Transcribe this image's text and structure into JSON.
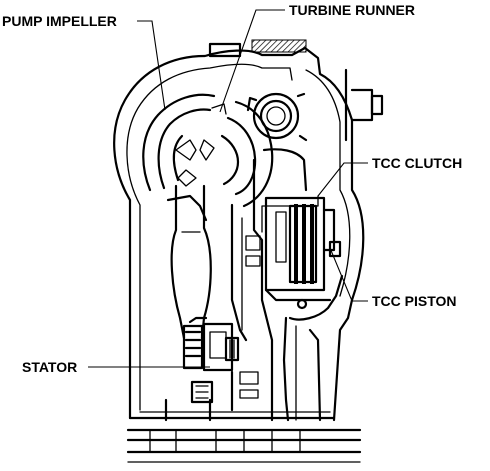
{
  "labels": {
    "pump_impeller": "PUMP IMPELLER",
    "turbine_runner": "TURBINE RUNNER",
    "tcc_clutch": "TCC CLUTCH",
    "tcc_piston": "TCC PISTON",
    "stator": "STATOR"
  }
}
